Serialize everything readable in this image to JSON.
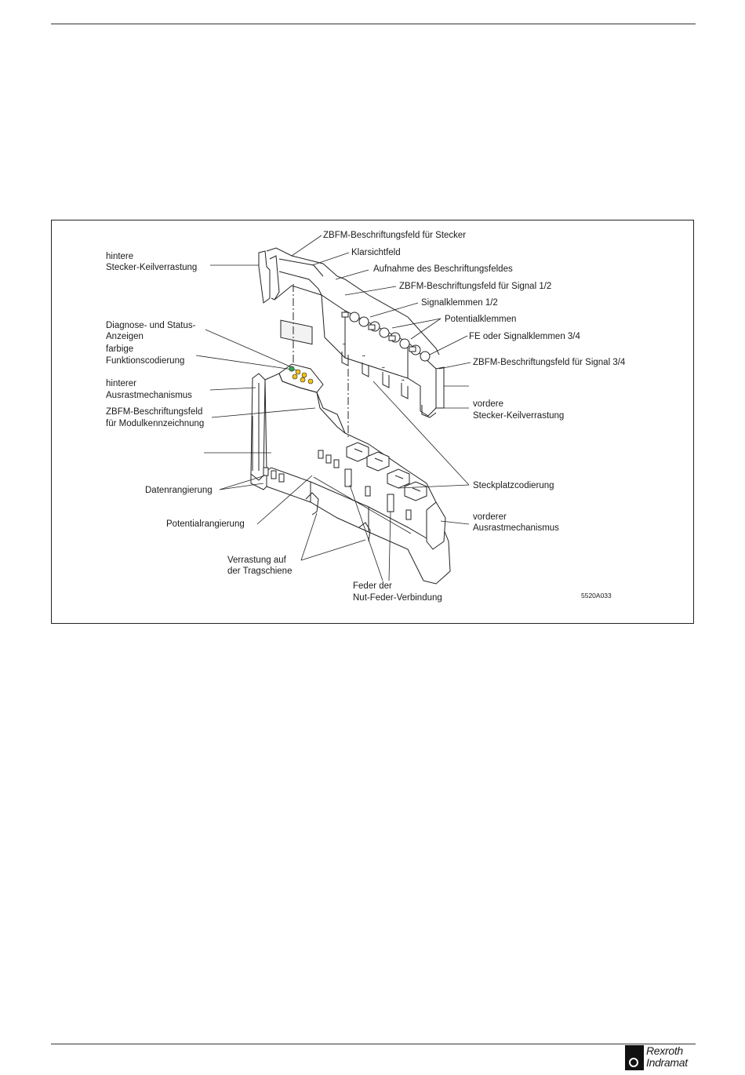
{
  "figure": {
    "code": "5520A033",
    "labels": {
      "zbfm_stecker": "ZBFM-Beschriftungsfeld für Stecker",
      "klarsichtfeld": "Klarsichtfeld",
      "aufnahme": "Aufnahme des Beschriftungsfeldes",
      "zbfm_signal12": "ZBFM-Beschriftungsfeld für Signal 1/2",
      "signalklemmen12": "Signalklemmen 1/2",
      "potentialklemmen": "Potentialklemmen",
      "fe_signal34": "FE oder Signalklemmen 3/4",
      "zbfm_signal34": "ZBFM-Beschriftungsfeld für Signal 3/4",
      "vordere_keil_1": "vordere",
      "vordere_keil_2": "Stecker-Keilverrastung",
      "steckplatz": "Steckplatzcodierung",
      "vorderer_aus_1": "vorderer",
      "vorderer_aus_2": "Ausrastmechanismus",
      "hintere_keil_1": "hintere",
      "hintere_keil_2": "Stecker-Keilverrastung",
      "diagnose_1": "Diagnose- und Status-",
      "diagnose_2": "Anzeigen",
      "farbige_1": "farbige",
      "farbige_2": "Funktionscodierung",
      "hinterer_aus_1": "hinterer",
      "hinterer_aus_2": "Ausrastmechanismus",
      "zbfm_modul_1": "ZBFM-Beschriftungsfeld",
      "zbfm_modul_2": "für Modulkennzeichnung",
      "datenrangierung": "Datenrangierung",
      "potentialrangierung": "Potentialrangierung",
      "verrastung_1": "Verrastung auf",
      "verrastung_2": "der Tragschiene",
      "feder_1": "Feder der",
      "feder_2": "Nut-Feder-Verbindung"
    }
  },
  "footer": {
    "logo_line1": "Rexroth",
    "logo_line2": "Indramat"
  },
  "colors": {
    "led_green": "#2fa84f",
    "led_yellow": "#f2c318"
  }
}
